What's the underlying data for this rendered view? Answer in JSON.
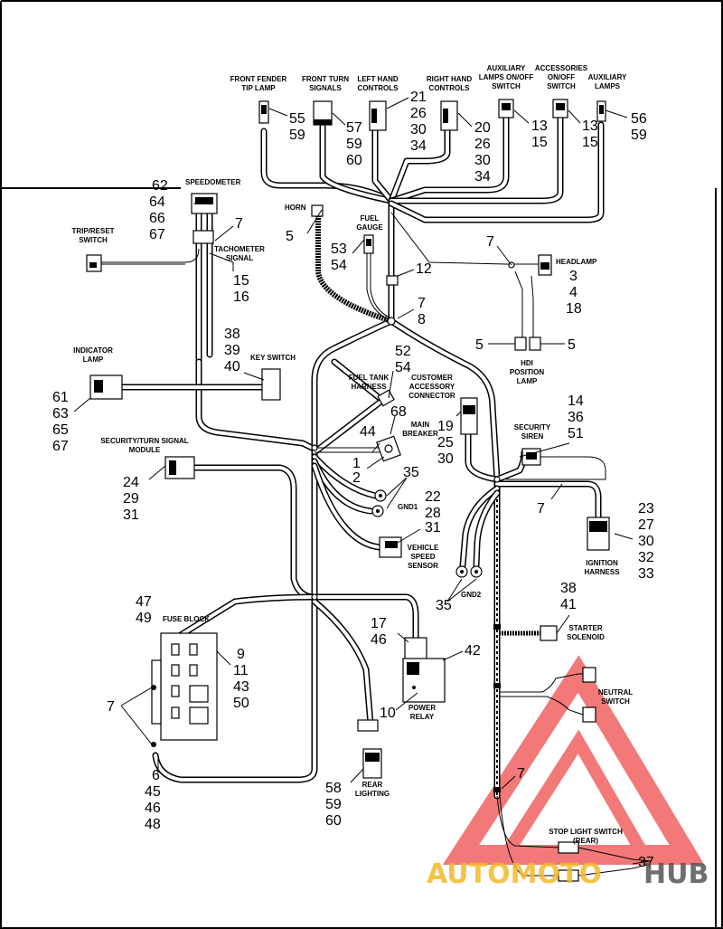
{
  "labels": {
    "front_fender_tip_lamp": [
      "FRONT FENDER",
      "TIP LAMP"
    ],
    "front_turn_signals": [
      "FRONT TURN",
      "SIGNALS"
    ],
    "left_hand_controls": [
      "LEFT HAND",
      "CONTROLS"
    ],
    "right_hand_controls": [
      "RIGHT HAND",
      "CONTROLS"
    ],
    "aux_lamps_switch": [
      "AUXILIARY",
      "LAMPS ON/OFF",
      "SWITCH"
    ],
    "accessories_switch": [
      "ACCESSORIES",
      "ON/OFF",
      "SWITCH"
    ],
    "auxiliary_lamps": [
      "AUXILIARY",
      "LAMPS"
    ],
    "speedometer": "SPEEDOMETER",
    "horn": "HORN",
    "fuel_gauge": [
      "FUEL",
      "GAUGE"
    ],
    "trip_reset_switch": [
      "TRIP/RESET",
      "SWITCH"
    ],
    "tachometer_signal": [
      "TACHOMETER",
      "SIGNAL"
    ],
    "headlamp": "HEADLAMP",
    "hdi_position_lamp": [
      "HDI",
      "POSITION",
      "LAMP"
    ],
    "indicator_lamp": [
      "INDICATOR",
      "LAMP"
    ],
    "key_switch": "KEY SWITCH",
    "fuel_tank_harness": [
      "FUEL TANK",
      "HARNESS"
    ],
    "customer_accessory_connector": [
      "CUSTOMER",
      "ACCESSORY",
      "CONNECTOR"
    ],
    "main_breaker": [
      "MAIN",
      "BREAKER"
    ],
    "security_siren": [
      "SECURITY",
      "SIREN"
    ],
    "security_turn_signal_module": [
      "SECURITY/TURN SIGNAL",
      "MODULE"
    ],
    "gnd1": "GND1",
    "vehicle_speed_sensor": [
      "VEHICLE",
      "SPEED",
      "SENSOR"
    ],
    "ignition_harness": [
      "IGNITION",
      "HARNESS"
    ],
    "gnd2": "GND2",
    "starter_solenoid": [
      "STARTER",
      "SOLENOID"
    ],
    "fuse_block": "FUSE BLOCK",
    "power_relay": [
      "POWER",
      "RELAY"
    ],
    "neutral_switch": [
      "NEUTRAL",
      "SWITCH"
    ],
    "rear_lighting": [
      "REAR",
      "LIGHTING"
    ],
    "stop_light_switch": [
      "STOP LIGHT SWITCH",
      "(REAR)"
    ]
  },
  "callouts": {
    "fender_tip": [
      "55",
      "59"
    ],
    "front_turn": [
      "57",
      "59",
      "60"
    ],
    "left_controls": [
      "21",
      "26",
      "30",
      "34"
    ],
    "right_controls": [
      "20",
      "26",
      "30",
      "34"
    ],
    "aux_switch": [
      "13",
      "15"
    ],
    "acc_switch": [
      "13",
      "15"
    ],
    "aux_lamps": [
      "56",
      "59"
    ],
    "speedo": [
      "62",
      "64",
      "66",
      "67"
    ],
    "speedo_7": "7",
    "horn_5": "5",
    "fuel_gauge": [
      "53",
      "54"
    ],
    "tach": [
      "15",
      "16"
    ],
    "fuel_12": "12",
    "headlamp_7": "7",
    "headlamp": [
      "3",
      "4",
      "18"
    ],
    "hdi_left_5": "5",
    "hdi_right_5": "5",
    "junction_78": [
      "7",
      "8"
    ],
    "key_switch": [
      "38",
      "39",
      "40"
    ],
    "fuel_tank": [
      "52",
      "54"
    ],
    "indicator": [
      "61",
      "63",
      "65",
      "67"
    ],
    "main_breaker_68": "68",
    "main_breaker_44": "44",
    "acc_connector": [
      "19",
      "25",
      "30"
    ],
    "siren": [
      "14",
      "36",
      "51"
    ],
    "breaker_12": [
      "1",
      "2"
    ],
    "gnd1_35": "35",
    "gnd1": [
      "22",
      "28"
    ],
    "module": [
      "24",
      "29",
      "31"
    ],
    "siren_7": "7",
    "ignition": [
      "23",
      "27",
      "30",
      "32",
      "33"
    ],
    "speed_sensor_31": "31",
    "gnd2_35": "35",
    "starter": [
      "38",
      "41"
    ],
    "fuse_top": [
      "47",
      "49"
    ],
    "fuse_side": [
      "9",
      "11",
      "43",
      "50"
    ],
    "relay": [
      "17",
      "46"
    ],
    "relay_42": "42",
    "fuse_7": "7",
    "relay_10": "10",
    "fuse_bottom": [
      "6",
      "45",
      "46",
      "48"
    ],
    "rear_lighting": [
      "58",
      "59",
      "60"
    ],
    "stop_7": "7",
    "stop_37": "37"
  },
  "watermark": {
    "text_a": "AUTOMOTO",
    "text_b": "HUB",
    "color_a": "#f2b92b",
    "color_b": "#555555",
    "logo_color": "#ef4b4b"
  }
}
